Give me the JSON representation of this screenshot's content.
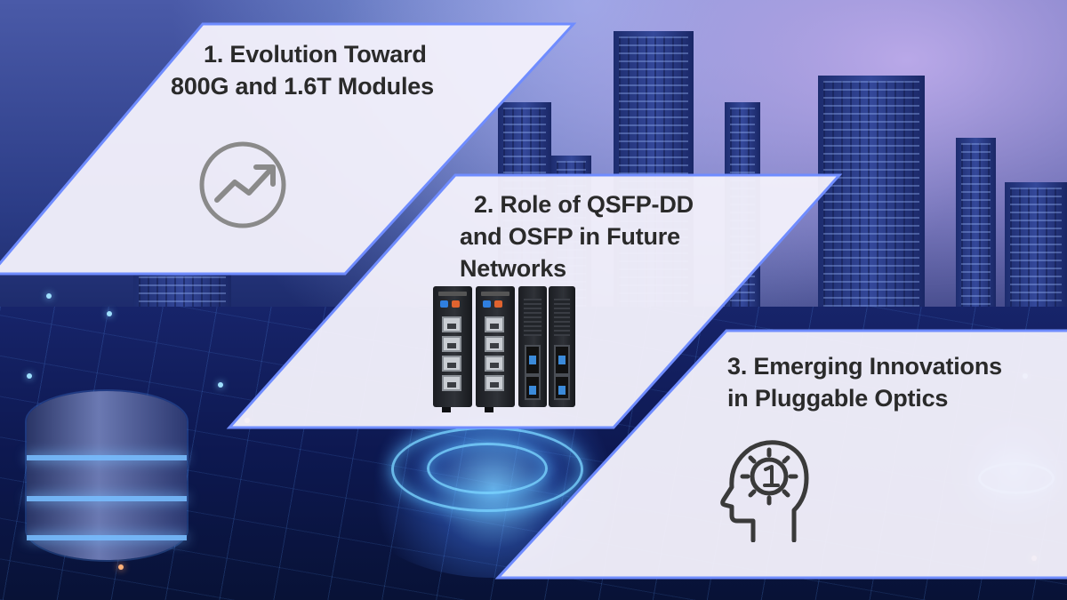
{
  "panels": [
    {
      "id": "panel-1",
      "title_lines": [
        "1. Evolution Toward",
        "800G and 1.6T Modules"
      ],
      "icon": "trend-up-icon"
    },
    {
      "id": "panel-2",
      "title_lines": [
        "2. Role of QSFP-DD",
        "and OSFP in Future",
        "Networks"
      ],
      "icon": "network-switch-image"
    },
    {
      "id": "panel-3",
      "title_lines": [
        "3. Emerging Innovations",
        "in Pluggable Optics"
      ],
      "icon": "head-innovation-icon"
    }
  ],
  "colors": {
    "panel_fill": "#f2f0fb",
    "panel_border": "#6f8cff",
    "title_text": "#2a2a2a",
    "icon_stroke": "#8a8a8a",
    "icon_dark": "#3a3a3a",
    "led_blue": "#2f7fe0",
    "led_orange": "#e0632f"
  }
}
